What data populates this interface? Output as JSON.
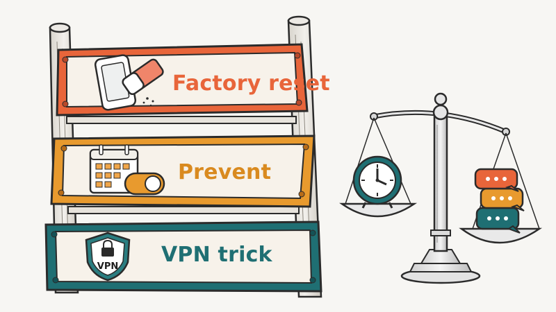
{
  "signs": [
    {
      "label": "Factory reset",
      "icon": "phone-eraser-icon",
      "color": "#e8653a"
    },
    {
      "label": "Prevent",
      "icon": "calendar-toggle-icon",
      "color": "#e89a2e"
    },
    {
      "label": "VPN trick",
      "icon": "vpn-shield-icon",
      "color": "#1f6f73"
    }
  ],
  "shield_text": "VPN",
  "balance": {
    "left_item": "clock-icon",
    "right_items": [
      "chat-bubble-icon",
      "chat-bubble-icon",
      "chat-bubble-icon"
    ]
  }
}
